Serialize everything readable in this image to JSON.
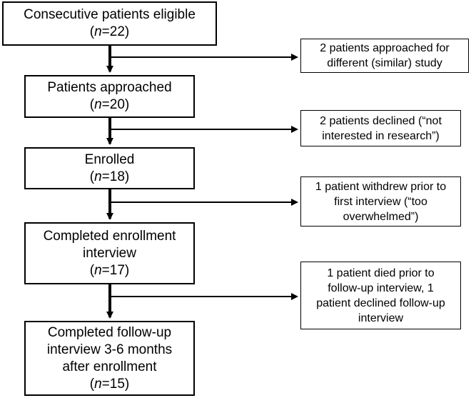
{
  "main_boxes": [
    {
      "lines": [
        "Consecutive patients eligible"
      ],
      "n": "22"
    },
    {
      "lines": [
        "Patients approached"
      ],
      "n": "20"
    },
    {
      "lines": [
        "Enrolled"
      ],
      "n": "18"
    },
    {
      "lines": [
        "Completed enrollment",
        "interview"
      ],
      "n": "17"
    },
    {
      "lines": [
        "Completed follow-up",
        "interview 3-6 months",
        "after enrollment"
      ],
      "n": "15"
    }
  ],
  "side_boxes": [
    {
      "lines": [
        "2 patients approached for",
        "different (similar) study"
      ]
    },
    {
      "lines": [
        "2 patients declined (“not",
        "interested in research”)"
      ]
    },
    {
      "lines": [
        "1 patient withdrew prior to",
        "first interview (“too",
        "overwhelmed”)"
      ]
    },
    {
      "lines": [
        "1 patient died prior to",
        "follow-up interview, 1",
        "patient declined follow-up",
        "interview"
      ]
    }
  ],
  "n_label": "n",
  "n_equals": "="
}
